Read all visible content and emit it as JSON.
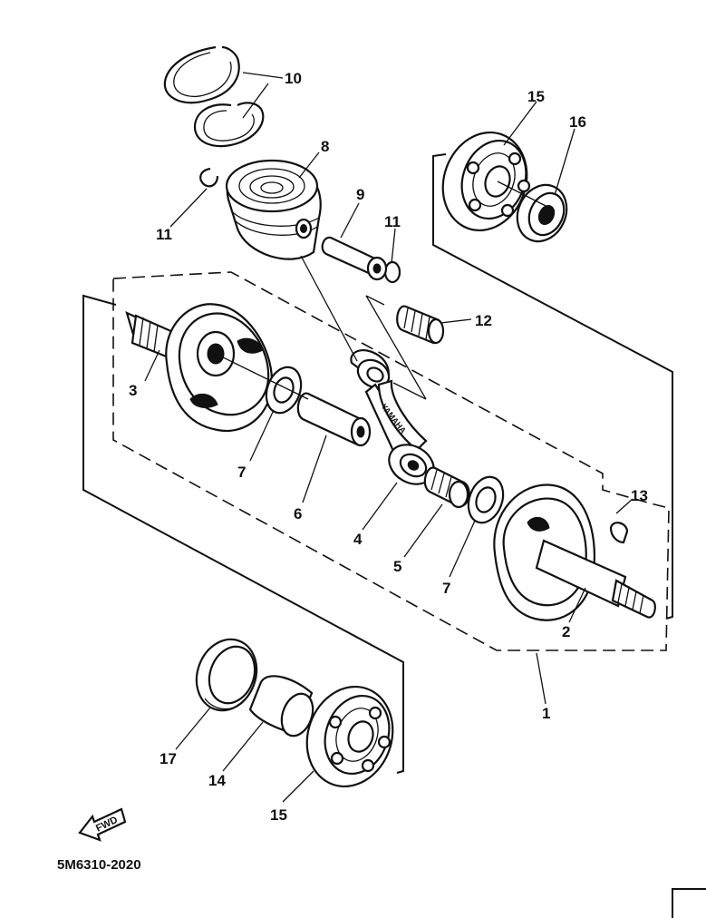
{
  "diagram": {
    "code": "5M6310-2020",
    "fwd_label": "FWD",
    "brand_mark": "YAMAHA",
    "callouts": [
      {
        "key": "c10",
        "label": "10"
      },
      {
        "key": "c8",
        "label": "8"
      },
      {
        "key": "c9",
        "label": "9"
      },
      {
        "key": "c11a",
        "label": "11"
      },
      {
        "key": "c11b",
        "label": "11"
      },
      {
        "key": "c12",
        "label": "12"
      },
      {
        "key": "c15a",
        "label": "15"
      },
      {
        "key": "c16",
        "label": "16"
      },
      {
        "key": "c3",
        "label": "3"
      },
      {
        "key": "c7a",
        "label": "7"
      },
      {
        "key": "c6",
        "label": "6"
      },
      {
        "key": "c4",
        "label": "4"
      },
      {
        "key": "c5",
        "label": "5"
      },
      {
        "key": "c7b",
        "label": "7"
      },
      {
        "key": "c13",
        "label": "13"
      },
      {
        "key": "c2",
        "label": "2"
      },
      {
        "key": "c1",
        "label": "1"
      },
      {
        "key": "c17",
        "label": "17"
      },
      {
        "key": "c14",
        "label": "14"
      },
      {
        "key": "c15b",
        "label": "15"
      }
    ]
  }
}
